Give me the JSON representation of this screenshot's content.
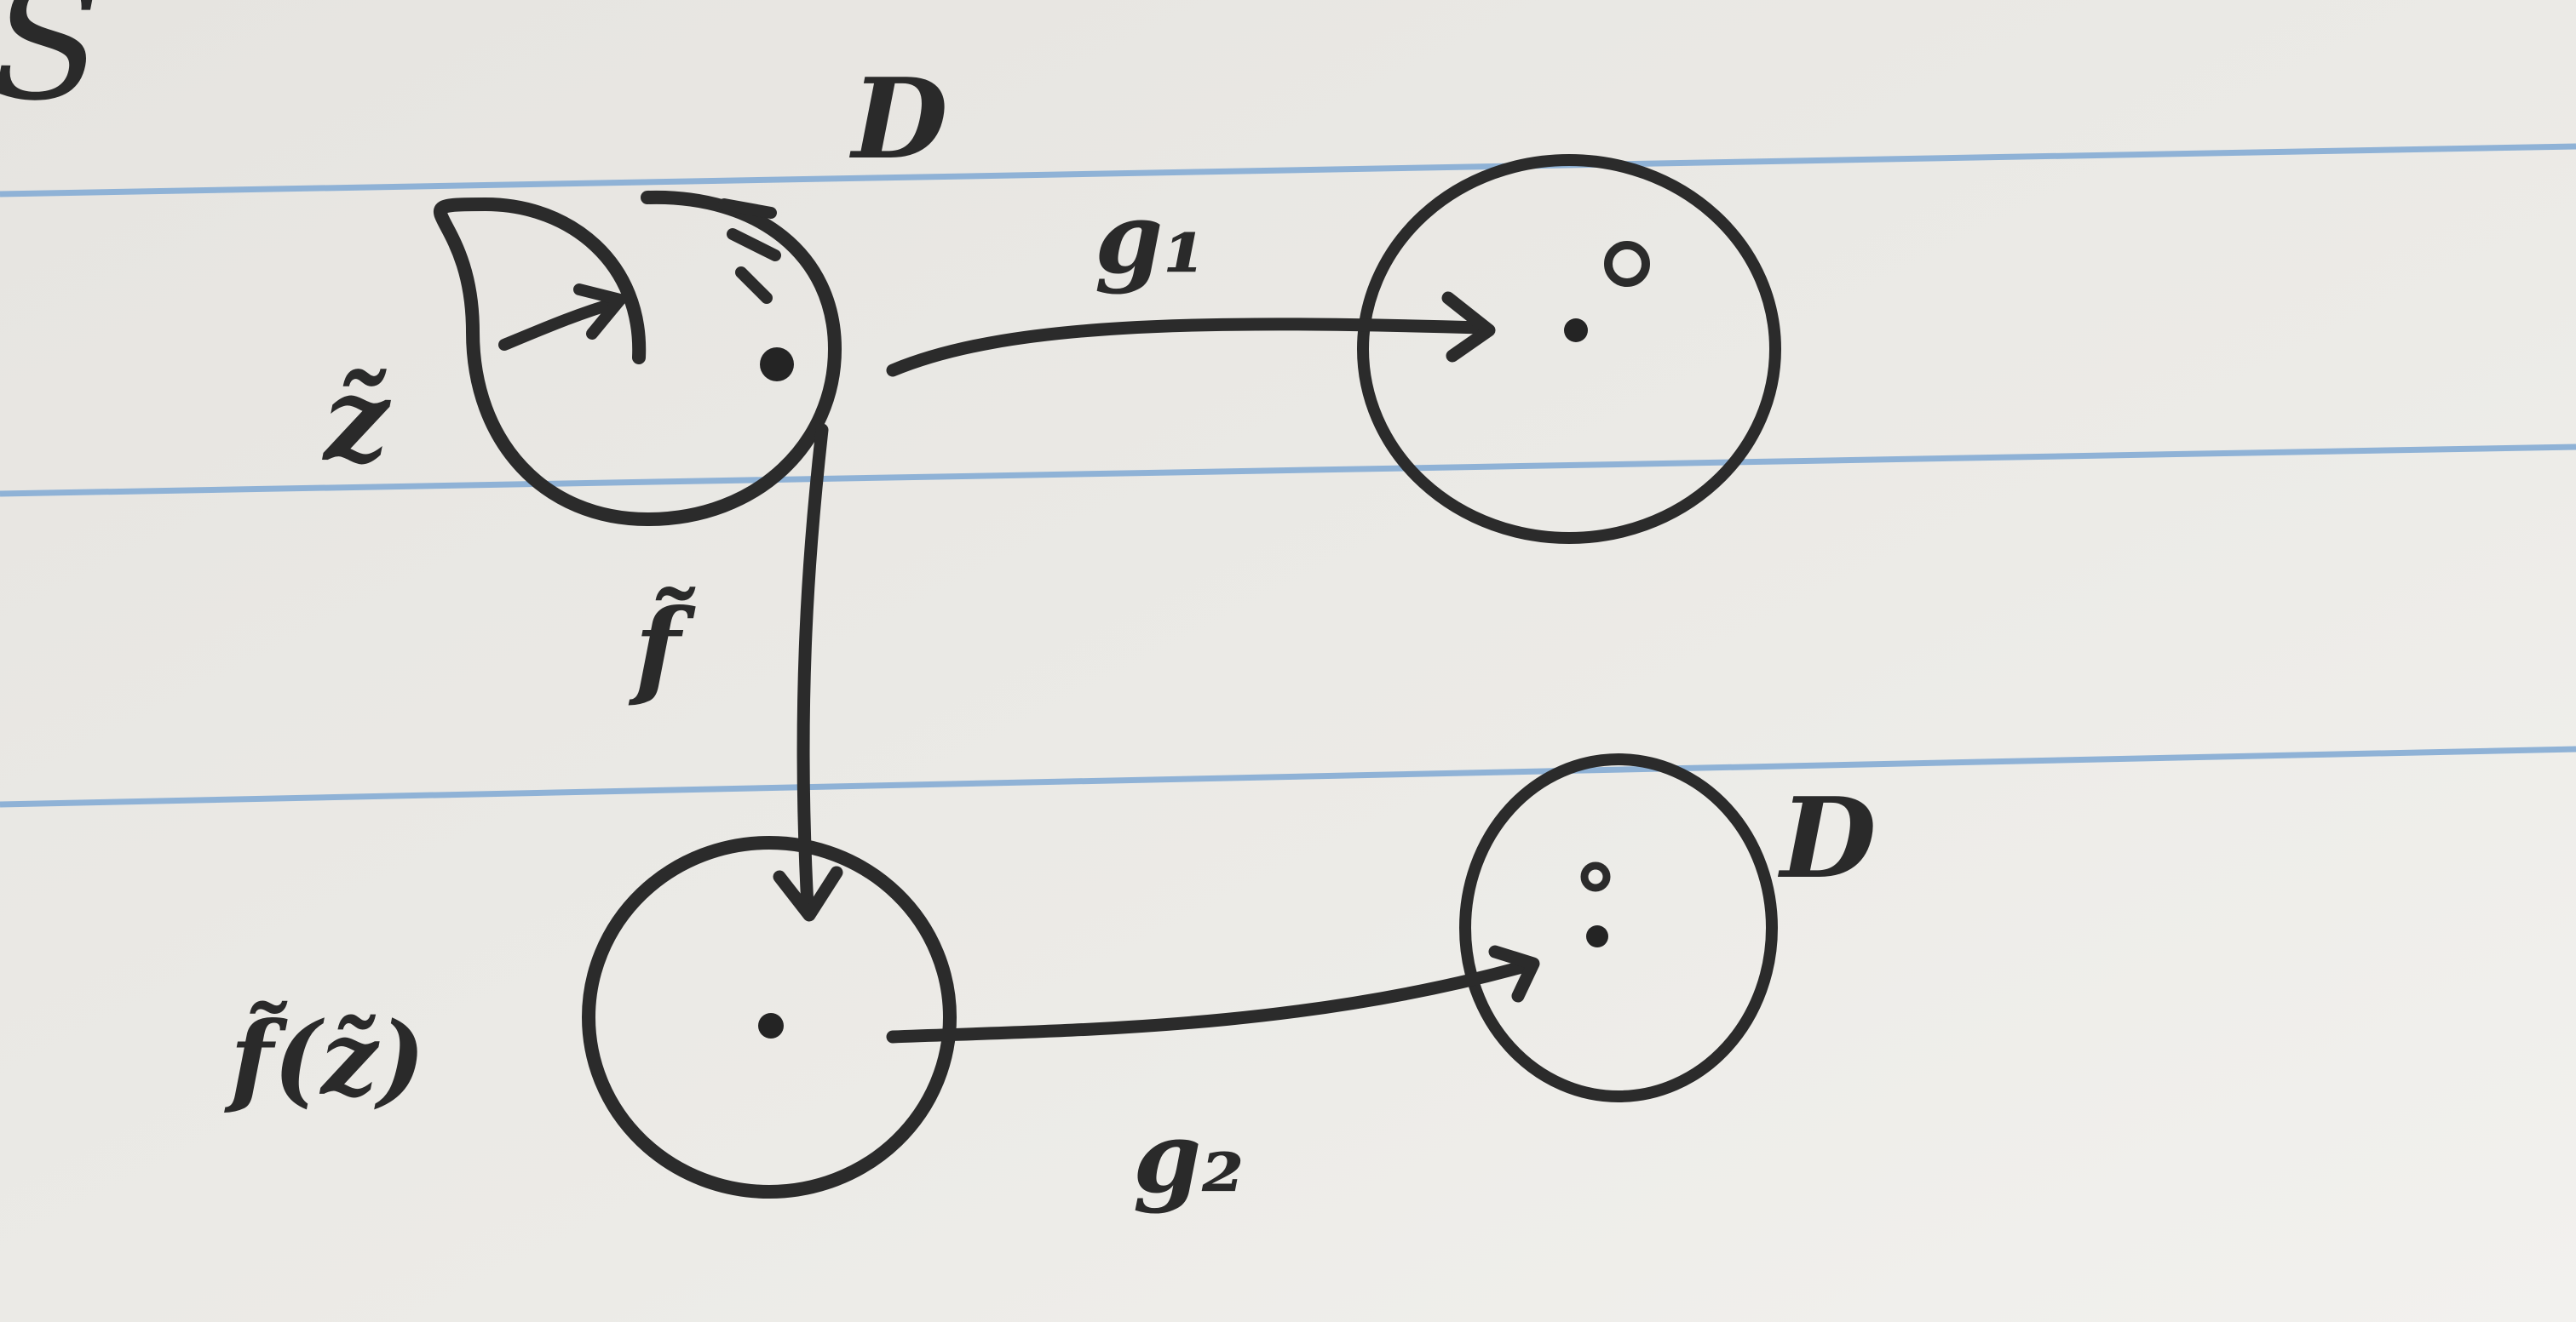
{
  "diagram": {
    "corner_mark": "S",
    "labels": {
      "top_left_disk": "D",
      "bottom_right_disk": "D",
      "map_g1": "g₁",
      "map_g2": "g₂",
      "map_f": "f̃",
      "point_z": "z̃",
      "image_point": "f̃(z̃)"
    },
    "colors": {
      "paper": "#e9e7e3",
      "ink": "#2b2b2b",
      "ruled_line": "#8fb2d6"
    }
  }
}
